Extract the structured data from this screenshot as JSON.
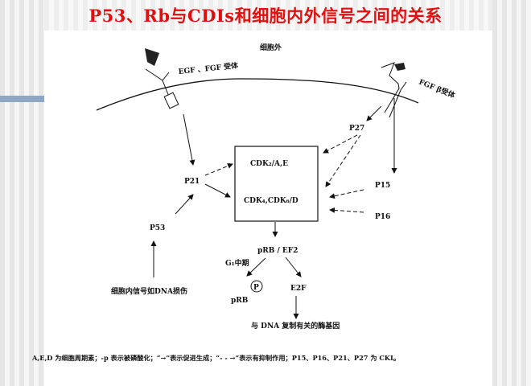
{
  "title": "P53、Rb与CDIs和细胞内外信号之间的关系",
  "diagram": {
    "extracellular": "细胞外",
    "left_receptor": "EGF 、FGF 受体",
    "right_receptor": "FGF β受体",
    "p27": "P27",
    "p21": "P21",
    "p53": "P53",
    "p15": "P15",
    "p16": "P16",
    "box_line1": "CDK₂/A,E",
    "box_line2": "CDK₄,CDK₆/D",
    "prb_ef2": "pRB / EF2",
    "g1": "G₁中期",
    "p_circle": "P",
    "prb": "pRB",
    "e2f": "E2F",
    "genes": "与 DNA 复制有关的酶基因",
    "dna_damage": "细胞内信号如DNA损伤"
  },
  "footnote": "A,E,D 为细胞周期素；-p 表示被磷酸化；“→”表示促进生成；“- - →”表示有抑制作用；P15、P16、P21、P27 为 CKI。"
}
